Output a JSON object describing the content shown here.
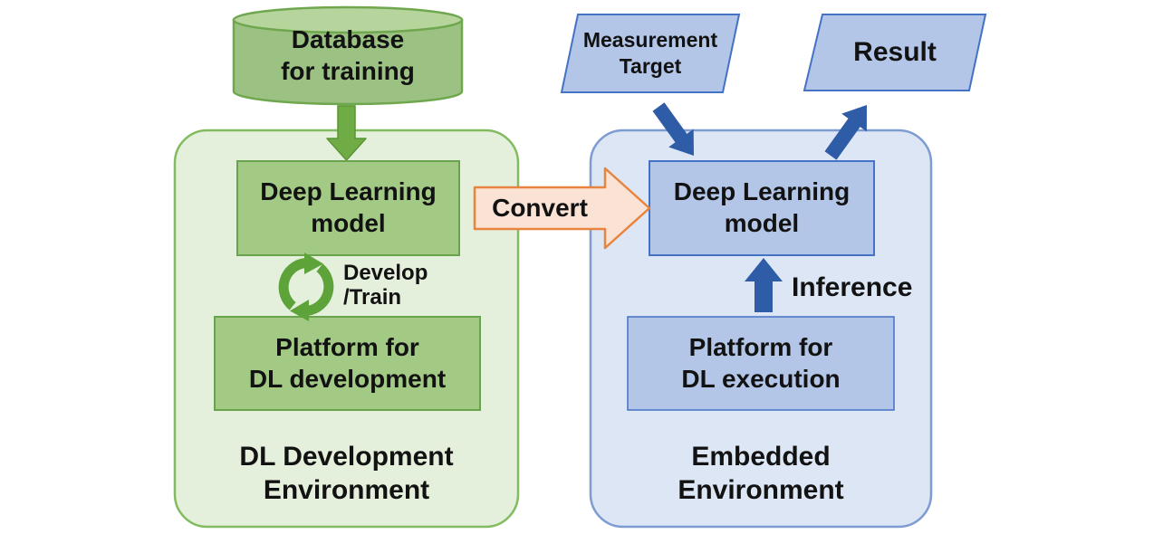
{
  "figure_type": "deep-learning-workflow-diagram",
  "colors": {
    "background": "#ffffff",
    "green_container_fill": "#E5F0DC",
    "green_container_border": "#83BB61",
    "green_box_fill": "#A3CA85",
    "green_box_border": "#69A34B",
    "green_cylinder_fill": "#9CC283",
    "green_cylinder_top_fill": "#B6D59D",
    "green_arrow": "#6FAC46",
    "cycle_icon_green": "#5DA339",
    "convert_arrow_fill": "#FAE3D5",
    "convert_arrow_border": "#E8843E",
    "blue_container_fill": "#DCE6F4",
    "blue_container_border": "#7E9CD1",
    "blue_box_fill": "#B3C6E7",
    "blue_box_border": "#4472C4",
    "blue_arrow": "#2E5CA6",
    "text": "#121212"
  },
  "development_environment": {
    "database_label": "Database\nfor training",
    "model_label": "Deep Learning\nmodel",
    "cycle_label": "Develop\n/Train",
    "platform_label": "Platform for\nDL development",
    "env_label": "DL Development\nEnvironment"
  },
  "convert_label": "Convert",
  "embedded_environment": {
    "measurement_target_label": "Measurement\nTarget",
    "result_label": "Result",
    "model_label": "Deep Learning\nmodel",
    "inference_label": "Inference",
    "platform_label": "Platform for\nDL execution",
    "env_label": "Embedded\nEnvironment"
  }
}
